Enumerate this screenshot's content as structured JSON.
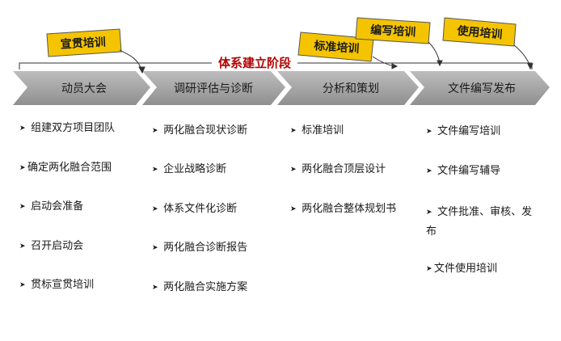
{
  "stage_label": "体系建立阶段",
  "tags": [
    "宣贯培训",
    "标准培训",
    "编写培训",
    "使用培训"
  ],
  "bullet": "➤",
  "phases": [
    {
      "label": "动员大会",
      "items": [
        "组建双方项目团队",
        "确定两化融合范围",
        "启动会准备",
        "召开启动会",
        "贯标宣贯培训"
      ]
    },
    {
      "label": "调研评估与诊断",
      "items": [
        "两化融合现状诊断",
        "企业战略诊断",
        "体系文件化诊断",
        "两化融合诊断报告",
        "两化融合实施方案"
      ]
    },
    {
      "label": "分析和策划",
      "items": [
        "标准培训",
        "两化融合顶层设计",
        "两化融合整体规划书"
      ]
    },
    {
      "label": "文件编写发布",
      "items": [
        "文件编写培训",
        "文件编写辅导",
        "文件批准、审核、发布",
        "文件使用培训"
      ]
    }
  ],
  "colors": {
    "tag_fill": "#f5c400",
    "chevron": "#a6a6a6",
    "stage_text": "#b30000"
  }
}
